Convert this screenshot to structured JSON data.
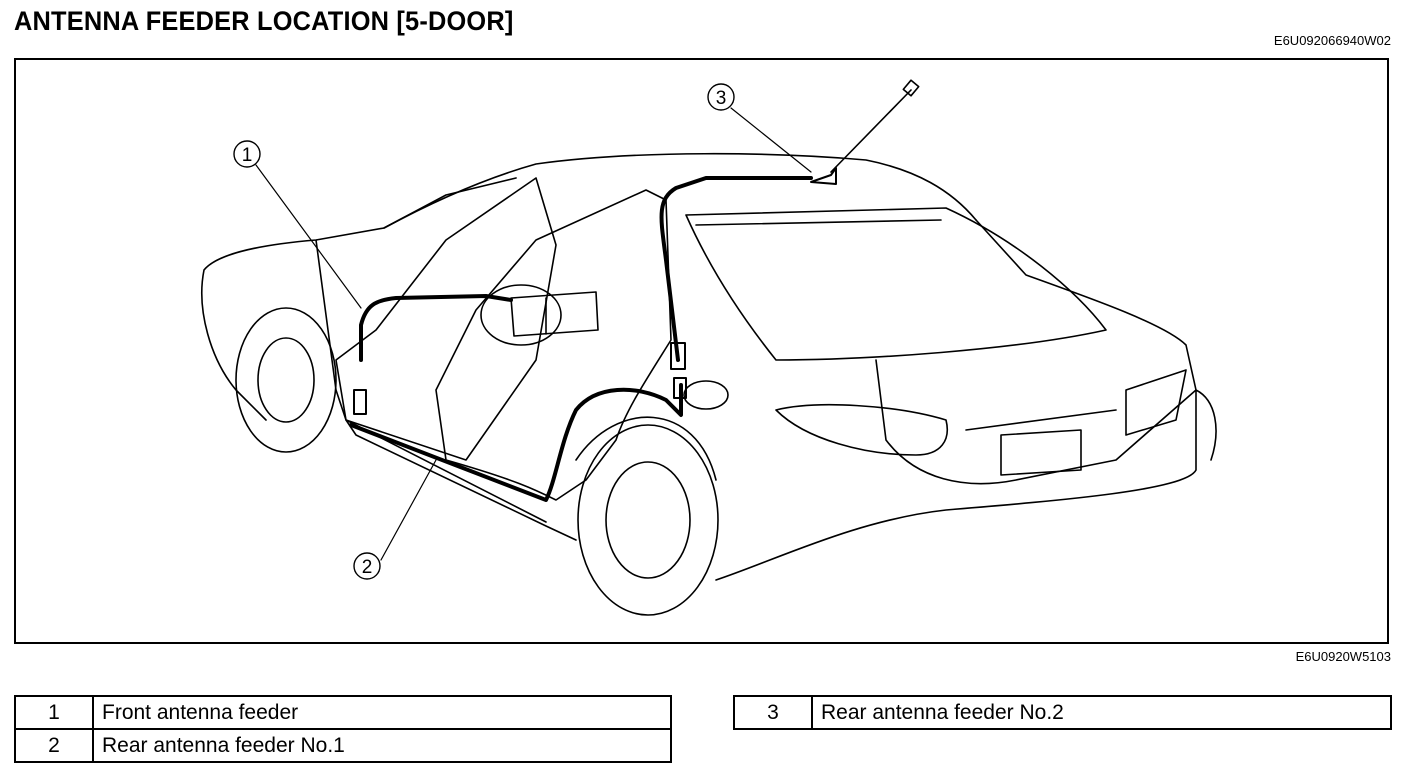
{
  "title": "ANTENNA FEEDER LOCATION [5-DOOR]",
  "figure_code_top": "E6U092066940W02",
  "figure_code_bottom": "E6U0920W5103",
  "callouts": [
    "1",
    "2",
    "3"
  ],
  "legend": [
    {
      "num": "1",
      "label": "Front antenna feeder"
    },
    {
      "num": "2",
      "label": "Rear antenna feeder No.1"
    },
    {
      "num": "3",
      "label": "Rear antenna feeder No.2"
    }
  ]
}
